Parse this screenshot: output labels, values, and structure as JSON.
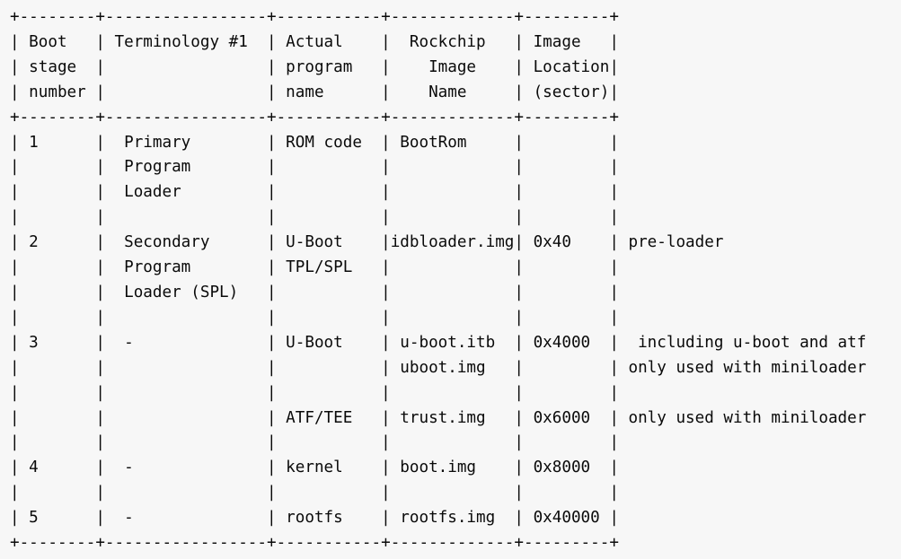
{
  "document": {
    "type": "ascii-art-table",
    "title": "Rockchip boot stage / image table",
    "background_color": "#f7f7f7",
    "text_color": "#0a0a0a",
    "border_chars": {
      "corner": "+",
      "horizontal": "-",
      "vertical": "|"
    }
  },
  "table": {
    "column_headers": [
      "Boot stage number",
      "Terminology #1",
      "Actual program name",
      "Rockchip Image Name",
      "Image Location (sector)"
    ],
    "header_lines": [
      [
        "Boot",
        "Terminology #1",
        "Actual",
        "Rockchip",
        "Image"
      ],
      [
        "stage",
        "",
        "program",
        "Image",
        "Location"
      ],
      [
        "number",
        "",
        "name",
        "Name",
        "(sector)"
      ]
    ],
    "rows": [
      {
        "boot_stage_number": "1",
        "terminology": "Primary Program Loader",
        "actual_program_name": "ROM code",
        "rockchip_image_name": "BootRom",
        "image_location_sector": "",
        "note": ""
      },
      {
        "boot_stage_number": "2",
        "terminology": "Secondary Program Loader (SPL)",
        "actual_program_name": "U-Boot TPL/SPL",
        "rockchip_image_name": "idbloader.img",
        "image_location_sector": "0x40",
        "note": "pre-loader"
      },
      {
        "boot_stage_number": "3",
        "terminology": "-",
        "actual_program_name": "U-Boot",
        "rockchip_image_name": "u-boot.itb uboot.img",
        "image_location_sector": "0x4000",
        "note": "including u-boot and atf / only used with miniloader"
      },
      {
        "boot_stage_number": "",
        "terminology": "",
        "actual_program_name": "ATF/TEE",
        "rockchip_image_name": "trust.img",
        "image_location_sector": "0x6000",
        "note": "only used with miniloader"
      },
      {
        "boot_stage_number": "4",
        "terminology": "-",
        "actual_program_name": "kernel",
        "rockchip_image_name": "boot.img",
        "image_location_sector": "0x8000",
        "note": ""
      },
      {
        "boot_stage_number": "5",
        "terminology": "-",
        "actual_program_name": "rootfs",
        "rockchip_image_name": "rootfs.img",
        "image_location_sector": "0x40000",
        "note": ""
      }
    ]
  },
  "ascii": "+--------+-----------------+-----------+-------------+---------+\n| Boot   | Terminology #1  | Actual    |  Rockchip   | Image   |\n| stage  |                 | program   |    Image    | Location|\n| number |                 | name      |    Name     | (sector)|\n+--------+-----------------+-----------+-------------+---------+\n| 1      |  Primary        | ROM code  | BootRom     |         |\n|        |  Program        |           |             |         |\n|        |  Loader         |           |             |         |\n|        |                 |           |             |         |\n| 2      |  Secondary      | U-Boot    |idbloader.img| 0x40    | pre-loader\n|        |  Program        | TPL/SPL   |             |         |\n|        |  Loader (SPL)   |           |             |         |\n|        |                 |           |             |         |\n| 3      |  -              | U-Boot    | u-boot.itb  | 0x4000  |  including u-boot and atf\n|        |                 |           | uboot.img   |         | only used with miniloader\n|        |                 |           |             |         |\n|        |                 | ATF/TEE   | trust.img   | 0x6000  | only used with miniloader\n|        |                 |           |             |         |\n| 4      |  -              | kernel    | boot.img    | 0x8000  |\n|        |                 |           |             |         |\n| 5      |  -              | rootfs    | rootfs.img  | 0x40000 |\n+--------+-----------------+-----------+-------------+---------+"
}
